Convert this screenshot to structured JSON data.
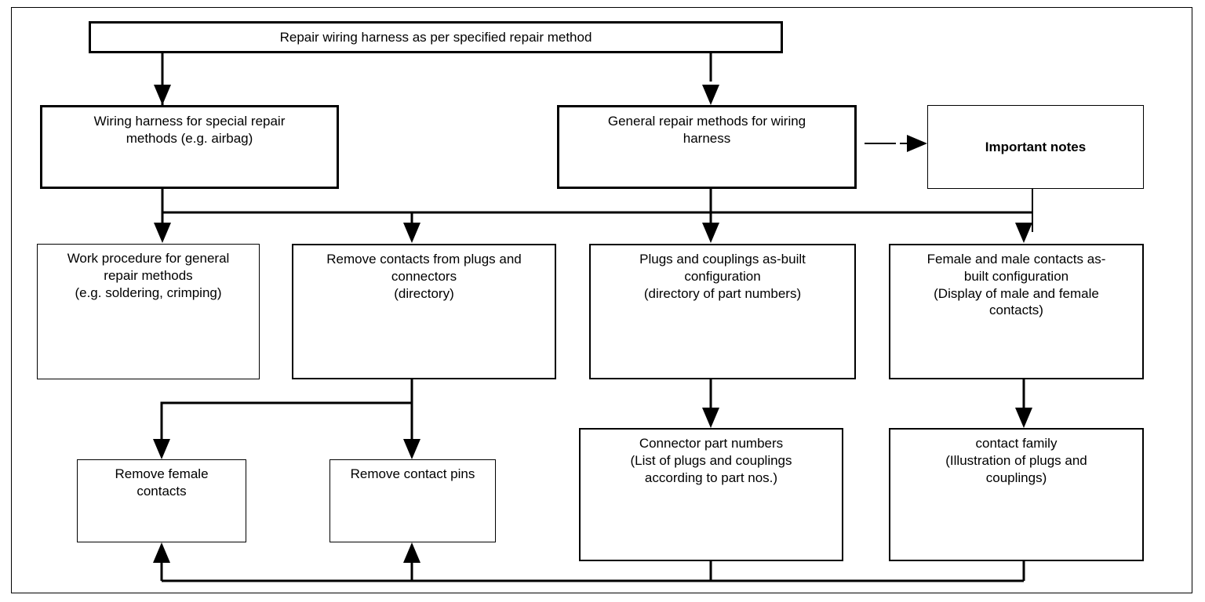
{
  "diagram": {
    "title": "Wiring harness repair method flowchart",
    "background_color": "#ffffff",
    "line_color": "#000000",
    "frame": {
      "visible": true,
      "border_color": "#000000"
    },
    "nodes": [
      {
        "id": "repair-wiring-harness",
        "label": "Repair wiring harness as per specified repair method",
        "bold": false
      },
      {
        "id": "special-repair-methods",
        "label": "Wiring harness for special repair\nmethods (e.g. airbag)",
        "bold": false
      },
      {
        "id": "general-repair-methods",
        "label": "General repair methods for wiring\nharness",
        "bold": false
      },
      {
        "id": "important-notes",
        "label": "Important notes",
        "bold": true
      },
      {
        "id": "work-procedure",
        "label": "Work procedure for general\nrepair methods\n(e.g. soldering, crimping)",
        "bold": false
      },
      {
        "id": "remove-contacts",
        "label": "Remove contacts from plugs and\nconnectors\n(directory)",
        "bold": false
      },
      {
        "id": "plugs-couplings-config",
        "label": "Plugs and couplings as-built\nconfiguration\n(directory of part numbers)",
        "bold": false
      },
      {
        "id": "female-male-contacts-config",
        "label": "Female and male contacts as-\nbuilt configuration\n(Display of male and female\ncontacts)",
        "bold": false
      },
      {
        "id": "remove-female-contacts",
        "label": "Remove female\ncontacts",
        "bold": false
      },
      {
        "id": "remove-contact-pins",
        "label": "Remove contact pins",
        "bold": false
      },
      {
        "id": "connector-part-numbers",
        "label": "Connector part numbers\n(List of plugs and couplings\naccording to part nos.)",
        "bold": false
      },
      {
        "id": "contact-family",
        "label": "contact family\n(Illustration of plugs and\ncouplings)",
        "bold": false
      }
    ],
    "edges": [
      {
        "from": "repair-wiring-harness",
        "to": "special-repair-methods",
        "style": "solid",
        "arrow": true
      },
      {
        "from": "repair-wiring-harness",
        "to": "general-repair-methods",
        "style": "solid",
        "arrow": true
      },
      {
        "from": "general-repair-methods",
        "to": "important-notes",
        "style": "dashed",
        "arrow": true
      },
      {
        "from": "special-repair-methods",
        "to": "work-procedure",
        "style": "solid",
        "arrow": true
      },
      {
        "from": "special-repair-methods",
        "to": "remove-contacts",
        "style": "solid",
        "arrow": true
      },
      {
        "from": "general-repair-methods",
        "to": "plugs-couplings-config",
        "style": "solid",
        "arrow": true
      },
      {
        "from": "important-notes",
        "to": "female-male-contacts-config",
        "style": "solid",
        "arrow": true
      },
      {
        "from": "remove-contacts",
        "to": "remove-female-contacts",
        "style": "solid",
        "arrow": true
      },
      {
        "from": "remove-contacts",
        "to": "remove-contact-pins",
        "style": "solid",
        "arrow": true
      },
      {
        "from": "plugs-couplings-config",
        "to": "connector-part-numbers",
        "style": "solid",
        "arrow": true
      },
      {
        "from": "female-male-contacts-config",
        "to": "contact-family",
        "style": "solid",
        "arrow": true
      },
      {
        "from": "connector-part-numbers",
        "to": "remove-female-contacts",
        "style": "solid",
        "arrow": true
      },
      {
        "from": "contact-family",
        "to": "remove-contact-pins",
        "style": "solid",
        "arrow": true
      }
    ]
  }
}
